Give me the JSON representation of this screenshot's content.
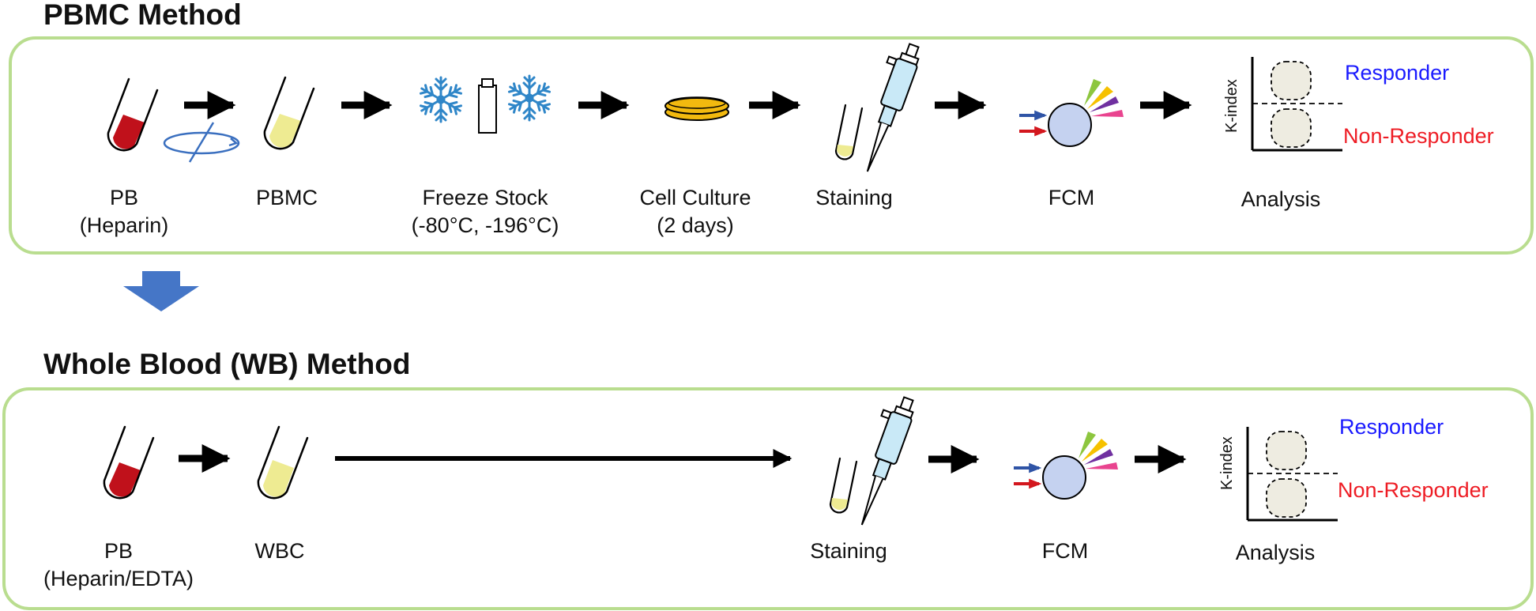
{
  "colors": {
    "panel_border": "#b9dd8f",
    "blood": "#c0111b",
    "pbmc_fluid": "#eeeb92",
    "snowflake": "#2f86c8",
    "culture_dish": "#f2b90f",
    "pipette": "#c9e9f7",
    "cell": "#c5d2f0",
    "laser_blue": "#2f54a6",
    "laser_red": "#d3171e",
    "big_arrow": "#4576c7",
    "responder": "#1a1aff",
    "non_responder": "#ee1c24"
  },
  "pbmc_method": {
    "title": "PBMC Method",
    "steps": {
      "pb": [
        "PB",
        "(Heparin)"
      ],
      "pbmc": [
        "PBMC"
      ],
      "freeze": [
        "Freeze Stock",
        "(-80°C, -196°C)"
      ],
      "culture": [
        "Cell Culture",
        "(2 days)"
      ],
      "staining": [
        "Staining"
      ],
      "fcm": [
        "FCM"
      ],
      "analysis": [
        "Analysis"
      ]
    },
    "plot": {
      "y_axis_label": "K-index",
      "responder": "Responder",
      "non_responder": "Non-Responder"
    }
  },
  "wb_method": {
    "title": "Whole Blood (WB) Method",
    "steps": {
      "pb": [
        "PB",
        "(Heparin/EDTA)"
      ],
      "wbc": [
        "WBC"
      ],
      "staining": [
        "Staining"
      ],
      "fcm": [
        "FCM"
      ],
      "analysis": [
        "Analysis"
      ]
    },
    "plot": {
      "y_axis_label": "K-index",
      "responder": "Responder",
      "non_responder": "Non-Responder"
    }
  }
}
